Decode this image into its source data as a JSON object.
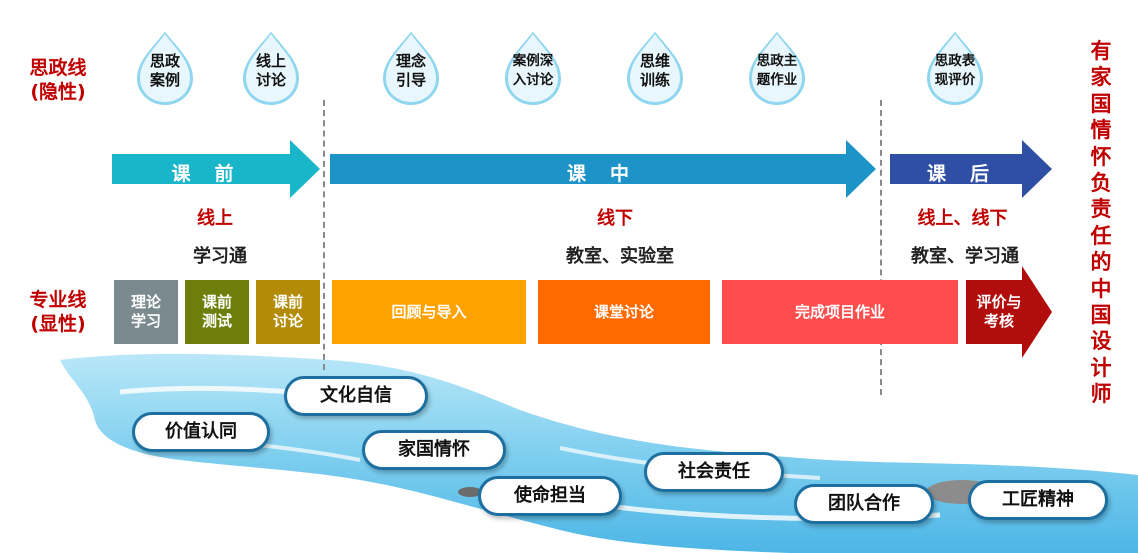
{
  "ideology_line": {
    "label_1": "思政线",
    "label_2": "(隐性)"
  },
  "professional_line": {
    "label_1": "专业线",
    "label_2": "(显性)"
  },
  "drops": [
    {
      "l1": "思政",
      "l2": "案例"
    },
    {
      "l1": "线上",
      "l2": "讨论"
    },
    {
      "l1": "理念",
      "l2": "引导"
    },
    {
      "l1": "案例深",
      "l2": "入讨论"
    },
    {
      "l1": "思维",
      "l2": "训练"
    },
    {
      "l1": "思政主",
      "l2": "题作业"
    },
    {
      "l1": "思政表",
      "l2": "现评价"
    }
  ],
  "phases": {
    "before": {
      "label": "课前",
      "mode": "线上",
      "place": "学习通"
    },
    "during": {
      "label": "课中",
      "mode": "线下",
      "place": "教室、实验室"
    },
    "after": {
      "label": "课后",
      "mode": "线上、线下",
      "place": "教室、学习通"
    }
  },
  "steps": [
    {
      "l1": "理论",
      "l2": "学习"
    },
    {
      "l1": "课前",
      "l2": "测试"
    },
    {
      "l1": "课前",
      "l2": "讨论"
    },
    {
      "l1": "回顾与导入",
      "l2": ""
    },
    {
      "l1": "课堂讨论",
      "l2": ""
    },
    {
      "l1": "完成项目作业",
      "l2": ""
    },
    {
      "l1": "评价与",
      "l2": "考核"
    }
  ],
  "goal": [
    "有",
    "家",
    "国",
    "情",
    "怀",
    "负",
    "责",
    "任",
    "的",
    "中",
    "国",
    "设",
    "计",
    "师"
  ],
  "values": [
    "文化自信",
    "价值认同",
    "家国情怀",
    "使命担当",
    "社会责任",
    "团队合作",
    "工匠精神"
  ],
  "colors": {
    "red": "#c00000",
    "drop": "#8fd6ee",
    "arrow_before": "#19b5c8",
    "arrow_during": "#1e93c8",
    "arrow_after": "#2e4fa3",
    "step_1": "#7a8a8f",
    "step_2": "#6d7f0a",
    "step_3": "#b38b06",
    "step_4": "#ffa200",
    "step_5": "#ff6a00",
    "step_6": "#ff4d4d",
    "step_7": "#b10d0d",
    "river": "#7fd0f2"
  }
}
